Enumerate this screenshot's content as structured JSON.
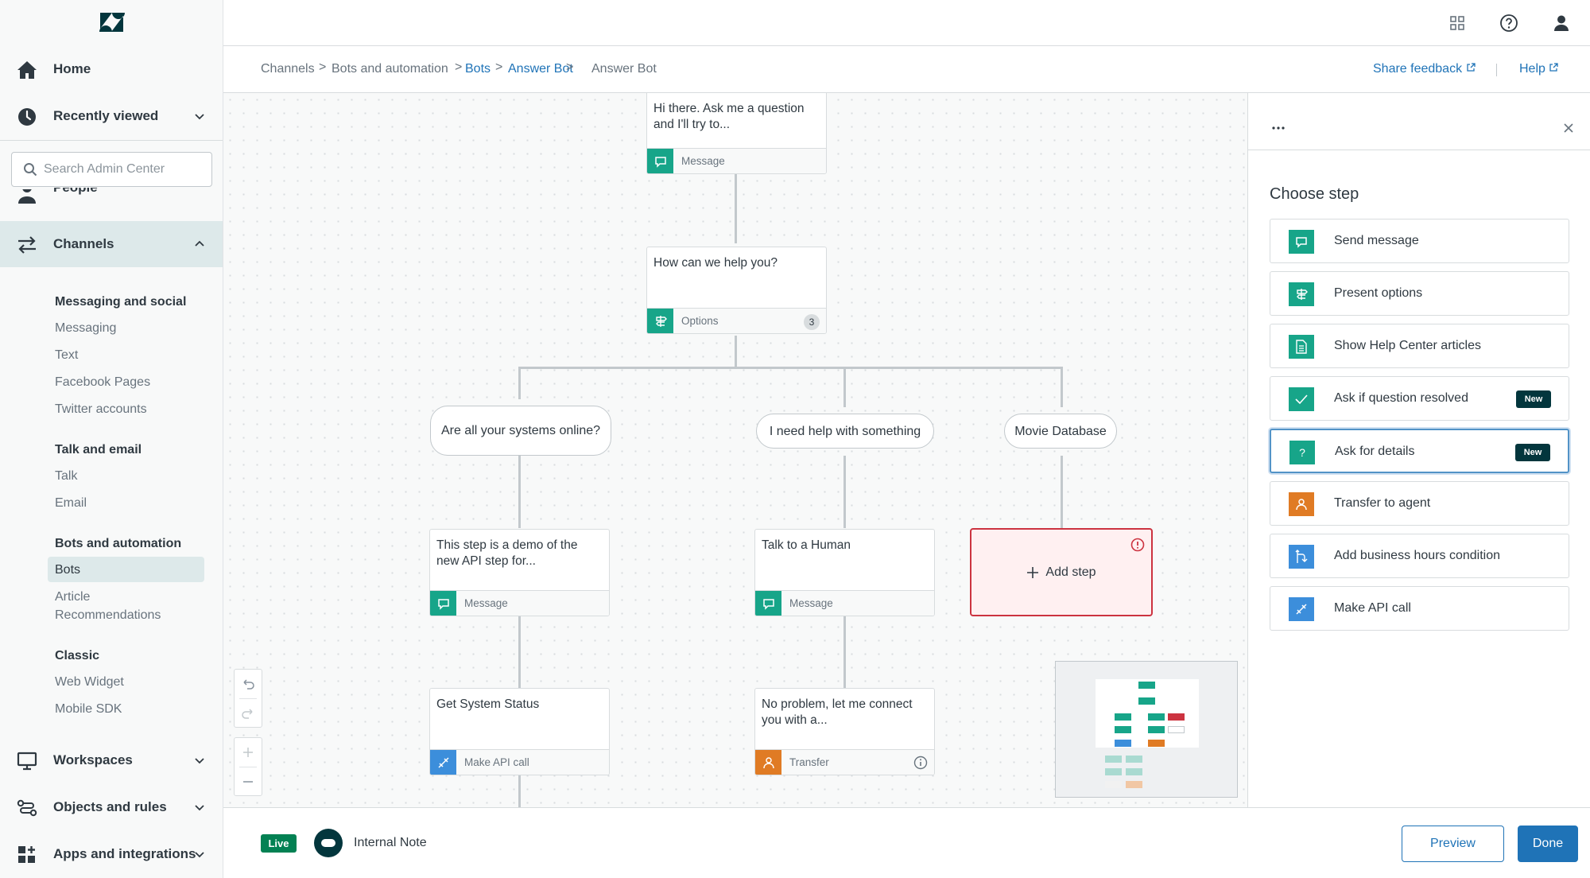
{
  "sidebar": {
    "home_label": "Home",
    "recent_label": "Recently viewed",
    "search_placeholder": "Search Admin Center",
    "people_partial": "People",
    "channels_label": "Channels",
    "groups": [
      {
        "heading": "Messaging and social",
        "links": [
          "Messaging",
          "Text",
          "Facebook Pages",
          "Twitter accounts"
        ]
      },
      {
        "heading": "Talk and email",
        "links": [
          "Talk",
          "Email"
        ]
      },
      {
        "heading": "Bots and automation",
        "links": [
          "Bots",
          "Article",
          "Recommendations"
        ]
      },
      {
        "heading": "Classic",
        "links": [
          "Web Widget",
          "Mobile SDK"
        ]
      }
    ],
    "workspaces_label": "Workspaces",
    "objects_label": "Objects and rules",
    "apps_label": "Apps and integrations"
  },
  "breadcrumb": {
    "items": [
      "Channels",
      "Bots and automation",
      "Bots",
      "Answer Bot",
      "Answer Bot"
    ],
    "separator": ">"
  },
  "header_links": {
    "feedback": "Share feedback",
    "help": "Help"
  },
  "flow": {
    "nodes": [
      {
        "text": "Hi there. Ask me a question and I'll try to...",
        "type": "Message"
      },
      {
        "text": "How can we help you?",
        "type": "Options",
        "count": "3"
      },
      {
        "text": "This step is a demo of the new API step for...",
        "type": "Message"
      },
      {
        "text": "Talk to a Human",
        "type": "Message"
      },
      {
        "text": "Get System Status",
        "type": "Make API call"
      },
      {
        "text": "No problem, let me connect you with a...",
        "type": "Transfer"
      }
    ],
    "options": [
      "Are all your systems online?",
      "I need help with something",
      "Movie Database"
    ],
    "add_step": "Add step"
  },
  "panel": {
    "title": "Choose step",
    "steps": [
      {
        "label": "Send message",
        "icon": "message-icon",
        "color": "#17a589"
      },
      {
        "label": "Present options",
        "icon": "signpost-icon",
        "color": "#17a589"
      },
      {
        "label": "Show Help Center articles",
        "icon": "article-icon",
        "color": "#17a589"
      },
      {
        "label": "Ask if question resolved",
        "icon": "check-icon",
        "color": "#17a589",
        "badge": "New"
      },
      {
        "label": "Ask for details",
        "icon": "question-icon",
        "color": "#17a589",
        "badge": "New"
      },
      {
        "label": "Transfer to agent",
        "icon": "person-icon",
        "color": "#e07b24"
      },
      {
        "label": "Add business hours condition",
        "icon": "branch-icon",
        "color": "#3c8edb"
      },
      {
        "label": "Make API call",
        "icon": "api-icon",
        "color": "#3c8edb"
      }
    ]
  },
  "footer": {
    "status": "Live",
    "bot_name": "Internal Note",
    "preview": "Preview",
    "done": "Done"
  },
  "colors": {
    "accent": "#1f73b7",
    "brand_dark": "#03363d",
    "teal": "#17a589",
    "orange": "#e07b24",
    "blue": "#3c8edb",
    "error": "#cc3340"
  }
}
